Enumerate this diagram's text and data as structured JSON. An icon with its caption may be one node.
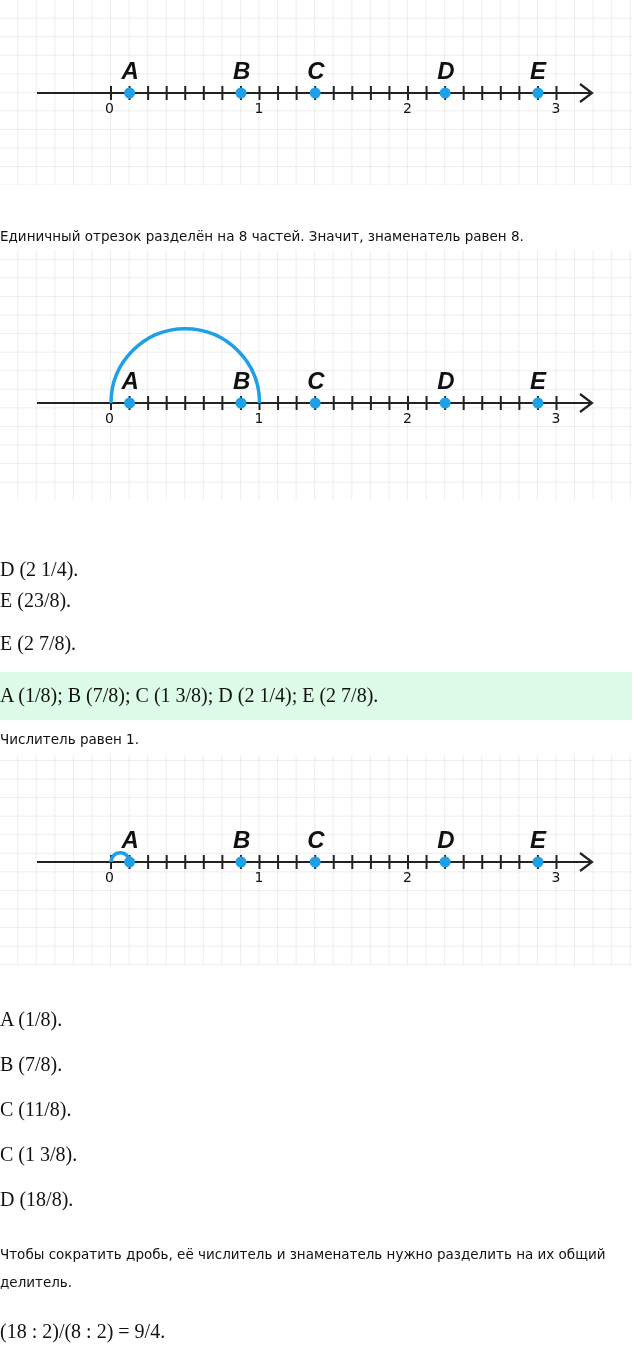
{
  "diagram": {
    "nodes": [
      {
        "text": [
          "A (1/8); B (7/8); C (1 3/8); D (2 1/4); E (2 7/8)."
        ]
      }
    ],
    "labels": [
      "A",
      "B",
      "C",
      "D",
      "E",
      "0",
      "1",
      "2",
      "3",
      "Единичный отрезок разделён на 8 частей. Значит, знаменатель равен 8.",
      "A",
      "B",
      "C",
      "D",
      "E",
      "0",
      "1",
      "2",
      "3",
      "D (2 1/4).",
      "E (23/8).",
      "E (2 7/8).",
      "Числитель равен 1.",
      "A",
      "B",
      "C",
      "D",
      "E",
      "0",
      "1",
      "2",
      "3",
      "A (1/8).",
      "B (7/8).",
      "C (11/8).",
      "C (1 3/8).",
      "D (18/8).",
      "Чтобы сократить дробь, её числитель и знаменатель нужно разделить на их общий делитель.",
      "(18 : 2)/(8 : 2) = 9/4."
    ]
  }
}
